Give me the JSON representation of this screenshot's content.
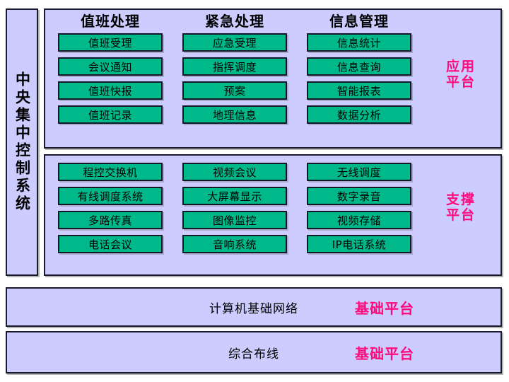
{
  "diagram": {
    "sidebar": {
      "label": "中央集中控制系统"
    },
    "panels": [
      {
        "id": "application-platform",
        "tag_lines": [
          "应用",
          "平台"
        ],
        "tag_color": "#ff0a7b",
        "show_headers": true,
        "columns": [
          {
            "header": "值班处理",
            "items": [
              "值班受理",
              "会议通知",
              "值班快报",
              "值班记录"
            ]
          },
          {
            "header": "紧急处理",
            "items": [
              "应急受理",
              "指挥调度",
              "预案",
              "地理信息"
            ]
          },
          {
            "header": "信息管理",
            "items": [
              "信息统计",
              "信息查询",
              "智能报表",
              "数据分析"
            ]
          }
        ]
      },
      {
        "id": "support-platform",
        "tag_lines": [
          "支撑",
          "平台"
        ],
        "tag_color": "#ff0a7b",
        "show_headers": false,
        "columns": [
          {
            "header": "",
            "items": [
              "程控交换机",
              "有线调度系统",
              "多路传真",
              "电话会议"
            ]
          },
          {
            "header": "",
            "items": [
              "视频会议",
              "大屏幕显示",
              "图像监控",
              "音响系统"
            ]
          },
          {
            "header": "",
            "items": [
              "无线调度",
              "数字录音",
              "视频存储",
              "IP电话系统"
            ]
          }
        ]
      }
    ],
    "bottom_bars": [
      {
        "id": "basic-network",
        "title": "计算机基础网络",
        "tag": "基础平台",
        "tag_color": "#ff0a7b"
      },
      {
        "id": "structured-cabling",
        "title": "综合布线",
        "tag": "基础平台",
        "tag_color": "#ff0a7b"
      }
    ],
    "colors": {
      "panel_background": "#ccccff",
      "cell_fill": "#00b98a",
      "border": "#111827",
      "accent_magenta": "#ff0a7b",
      "text": "#000000"
    }
  }
}
